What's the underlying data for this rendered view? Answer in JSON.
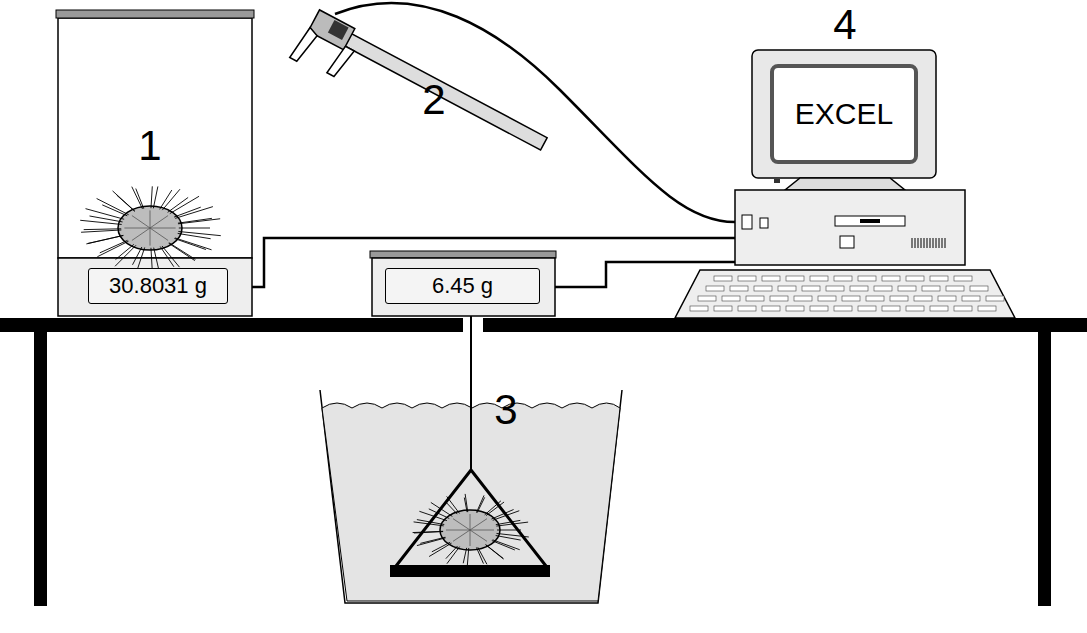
{
  "diagram": {
    "nodes": [
      {
        "text": [
          "30.8031 g"
        ]
      },
      {
        "text": [
          "6.45 g"
        ]
      },
      {
        "text": [
          "EXCEL"
        ]
      }
    ],
    "labels": [
      "1",
      "2",
      "3",
      "4"
    ]
  }
}
